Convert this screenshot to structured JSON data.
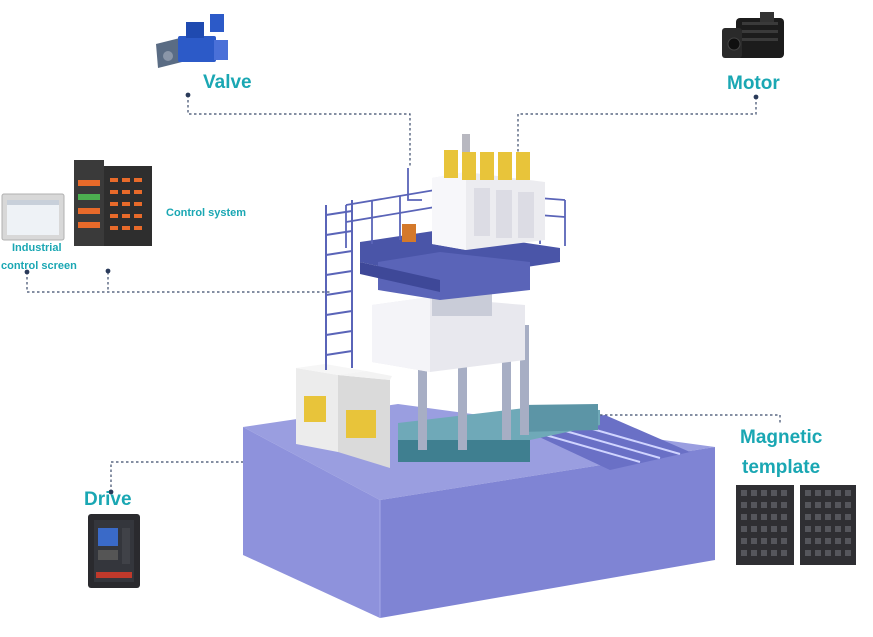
{
  "labels": {
    "valve": "Valve",
    "motor": "Motor",
    "control_system": "Control system",
    "industrial_control_screen_line1": "Industrial",
    "industrial_control_screen_line2": "control screen",
    "drive": "Drive",
    "magnetic_template_line1": "Magnetic",
    "magnetic_template_line2": "template"
  },
  "colors": {
    "label": "#1aa7b3",
    "base_top": "#9a9ee0",
    "base_front": "#7f84d4",
    "base_side": "#a8acea",
    "frame": "#5a64b8",
    "leader_line": "#3a4a6a",
    "motor_yellow": "#e8c43a",
    "cabinet": "#eeeeee"
  },
  "icons": {
    "valve": "hydraulic-valve-icon",
    "motor": "servo-motor-icon",
    "control_system": "plc-controller-icon",
    "industrial_control_screen": "hmi-screen-icon",
    "drive": "frequency-drive-icon",
    "magnetic_template": "magnetic-plate-icon",
    "machine": "hydraulic-press-machine"
  }
}
